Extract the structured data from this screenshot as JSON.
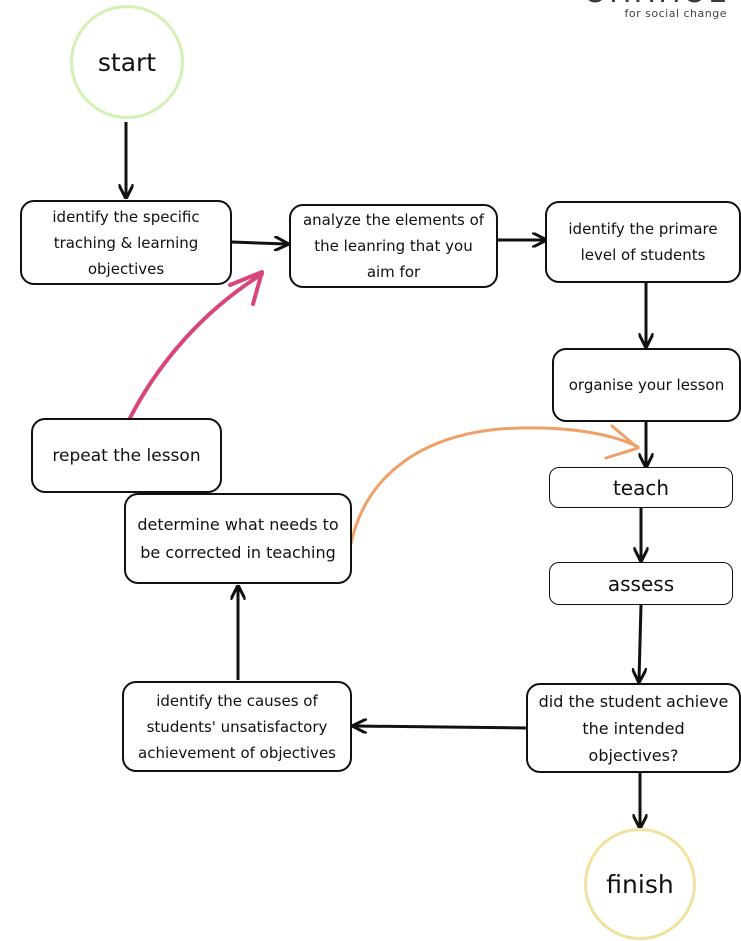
{
  "brand": {
    "name": "OHHHOL",
    "tagline": "for social change"
  },
  "nodes": {
    "start": "start",
    "identify_objectives": "identify the specific traching & learning objectives",
    "analyze_elements": "analyze the elements of the leanring that you aim for",
    "identify_level": "identify the primare level of students",
    "organise": "organise your lesson",
    "teach": "teach",
    "assess": "assess",
    "did_achieve": "did the student achieve the intended objectives?",
    "identify_causes": "identify the causes of students' unsatisfactory achievement of objectives",
    "determine": "determine what needs to be corrected in teaching",
    "repeat": "repeat the lesson",
    "finish": "finish"
  },
  "colors": {
    "start_ring": "#d4f0b4",
    "finish_ring": "#f1e2a0",
    "pink_arrow": "#d8457a",
    "orange_arrow": "#f0a066",
    "line": "#111111"
  }
}
